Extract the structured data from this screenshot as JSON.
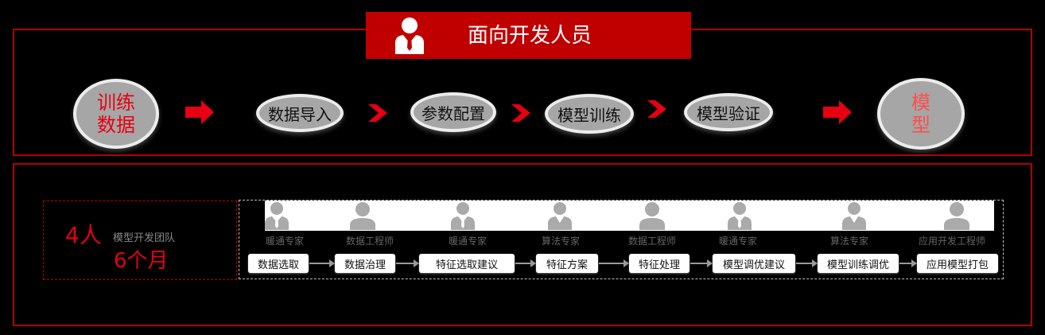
{
  "banner": {
    "title": "面向开发人员",
    "icon": "businessman-icon"
  },
  "pipeline": {
    "start": {
      "line1": "训练",
      "line2": "数据"
    },
    "steps": [
      "数据导入",
      "参数配置",
      "模型训练",
      "模型验证"
    ],
    "end": {
      "line1": "模",
      "line2": "型"
    }
  },
  "team": {
    "count": "4人",
    "label": "模型开发团队",
    "duration": "6个月"
  },
  "process": {
    "roles": [
      "暖通专家",
      "数据工程师",
      "暖通专家",
      "算法专家",
      "数据工程师",
      "暖通专家",
      "算法专家",
      "应用开发工程师"
    ],
    "steps": [
      "数据选取",
      "数据治理",
      "特征选取建议",
      "特征方案",
      "特征处理",
      "模型调优建议",
      "模型训练调优",
      "应用模型打包"
    ]
  },
  "colors": {
    "accent": "#e60012",
    "frame": "#b30000",
    "banner": "#c00000",
    "oval": "#a6a6a6"
  }
}
